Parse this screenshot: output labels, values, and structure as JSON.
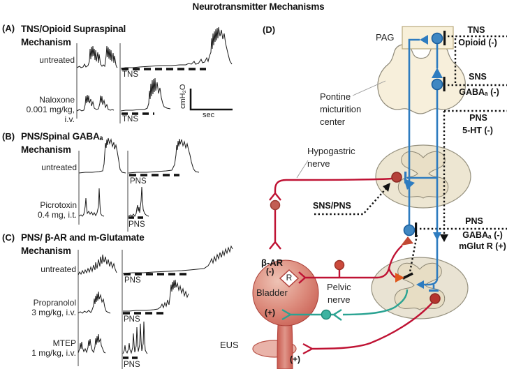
{
  "figure_title": "Neurotransmitter Mechanisms",
  "panels": {
    "a": {
      "tag": "(A)",
      "title1": "TNS/Opioid Supraspinal",
      "title2": "Mechanism",
      "row1_label": "untreated",
      "row2_label1": "Naloxone",
      "row2_label2": "0.001 mg/kg, i.v.",
      "stim1": "TNS",
      "stim2": "TNS",
      "scale_y": "cmH₂O",
      "scale_x": "sec"
    },
    "b": {
      "tag": "(B)",
      "title1": "PNS/Spinal GABAₐ",
      "title2": "Mechanism",
      "row1_label": "untreated",
      "row2_label1": "Picrotoxin",
      "row2_label2": "0.4 mg, i.t.",
      "stim1": "PNS",
      "stim2": "PNS"
    },
    "c": {
      "tag": "(C)",
      "title1": "PNS/ β-AR and m-Glutamate",
      "title2": "Mechanism",
      "row1_label": "untreated",
      "row2_label1": "Propranolol",
      "row2_label2": "3 mg/kg, i.v.",
      "row3_label1": "MTEP",
      "row3_label2": "1 mg/kg, i.v.",
      "stim1": "PNS",
      "stim2": "PNS",
      "stim3": "PNS"
    },
    "d": {
      "tag": "(D)",
      "pag": "PAG",
      "pmc1": "Pontine",
      "pmc2": "micturition",
      "pmc3": "center",
      "hypo1": "Hypogastric",
      "hypo2": "nerve",
      "snspns": "SNS/PNS",
      "tns": "TNS",
      "tns_sub": "Opioid (-)",
      "sns": "SNS",
      "sns_sub": "GABAₐ (-)",
      "pns1": "PNS",
      "pns1_sub": "5-HT (-)",
      "pns2": "PNS",
      "pns2_sub1": "GABAₐ (-)",
      "pns2_sub2": "mGlut R (+)",
      "beta_ar": "β-AR",
      "beta_ar_sign": "(-)",
      "receptor": "R",
      "bladder": "Bladder",
      "bladder_sign": "(+)",
      "pelvic1": "Pelvic",
      "pelvic2": "nerve",
      "eus": "EUS",
      "eus_sign": "(+)"
    }
  },
  "colors": {
    "pathway_blue": "#2e7cc0",
    "pathway_red": "#bf1233",
    "pathway_teal": "#2aa392",
    "tissue_beige": "#f6efdb",
    "bladder_red": "#c5554a",
    "inhibit_bar_black": "#111111",
    "orange_terminal": "#e0571c"
  }
}
